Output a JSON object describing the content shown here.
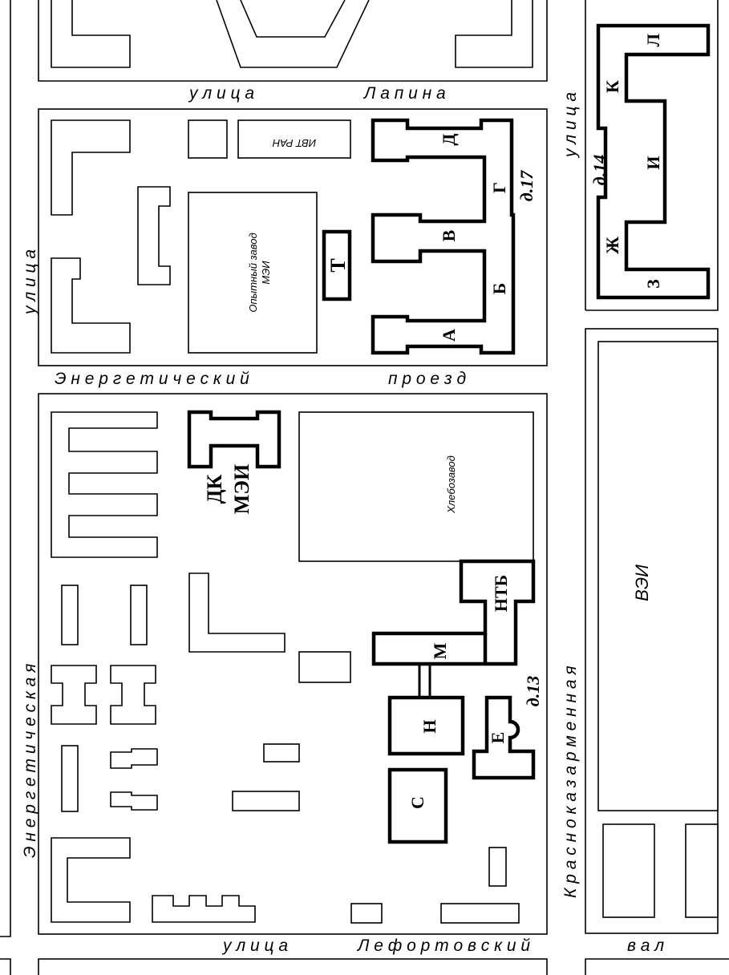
{
  "streets": {
    "lapina_1": "у л и ц а",
    "lapina_2": "Л а п и н а",
    "energ_proezd_1": "Э н е р г е т и ч е с к и й",
    "energ_proezd_2": "п р о е з д",
    "ulitsa_left": "у л и ц а",
    "energeticheskaya": "Э н е р г е т и ч е с к а я",
    "krasnokazarmennaya": "К р а с н о к а з а р м е н н а я",
    "ulitsa_right": "у л и ц а",
    "lefort_1": "у л и ц а",
    "lefort_2": "Л е ф о р т о в с к и й",
    "lefort_3": "в а л"
  },
  "buildings": {
    "ivt": "ИВТ РАН",
    "zavod_1": "Опытный завод",
    "zavod_2": "МЭИ",
    "t": "Т",
    "a": "А",
    "b": "Б",
    "v": "В",
    "g": "Г",
    "d": "Д",
    "d17": "д.17",
    "zh": "Ж",
    "z": "З",
    "i": "И",
    "k": "К",
    "l": "Л",
    "d14": "д.14",
    "dk_1": "ДК",
    "dk_2": "МЭИ",
    "hlebozavod": "Хлебозавод",
    "ntb": "НТБ",
    "m": "М",
    "n": "Н",
    "e": "Е",
    "s": "С",
    "d13": "д.13",
    "vei": "ВЭИ"
  }
}
